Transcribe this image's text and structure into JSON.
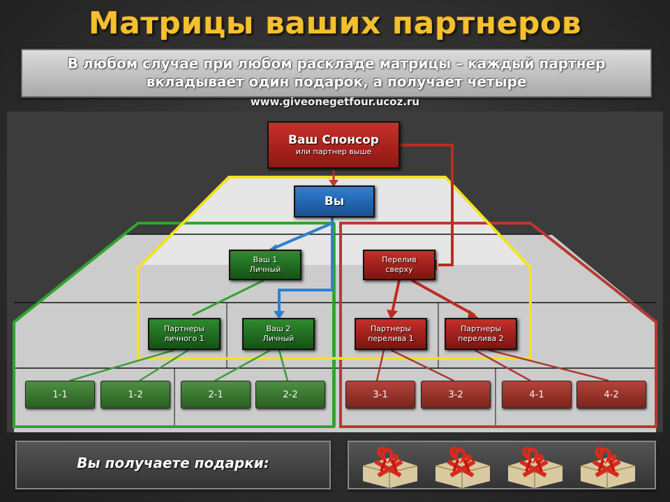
{
  "title": "Матрицы ваших партнеров",
  "subtitle_line1": "В любом случае при любом раскладе матрицы – каждый партнер",
  "subtitle_line2": "вкладывает один подарок, а получает четыре",
  "url": "www.giveonegetfour.ucoz.ru",
  "nodes": {
    "sponsor": {
      "label": "Ваш Спонсор",
      "sub": "или партнер выше"
    },
    "you": {
      "label": "Вы"
    },
    "personal1": {
      "line1": "Ваш 1",
      "line2": "Личный"
    },
    "personal2": {
      "line1": "Ваш 2",
      "line2": "Личный"
    },
    "overflow": {
      "line1": "Перелив",
      "line2": "сверху"
    },
    "partners_personal1": {
      "line1": "Партнеры",
      "line2": "личного 1"
    },
    "partners_overflow1": {
      "line1": "Партнеры",
      "line2": "перелива 1"
    },
    "partners_overflow2": {
      "line1": "Партнеры",
      "line2": "перелива 2"
    }
  },
  "leaves": [
    "1-1",
    "1-2",
    "2-1",
    "2-2",
    "3-1",
    "3-2",
    "4-1",
    "4-2"
  ],
  "bottom_text": "Вы получаете подарки:",
  "gift_icons": [
    "gift-icon",
    "gift-icon",
    "gift-icon",
    "gift-icon"
  ],
  "colors": {
    "title": "#f4c030",
    "green": "#2fa52f",
    "yellow": "#f2e21e",
    "red": "#b83a30",
    "blue": "#2f7fd0"
  }
}
